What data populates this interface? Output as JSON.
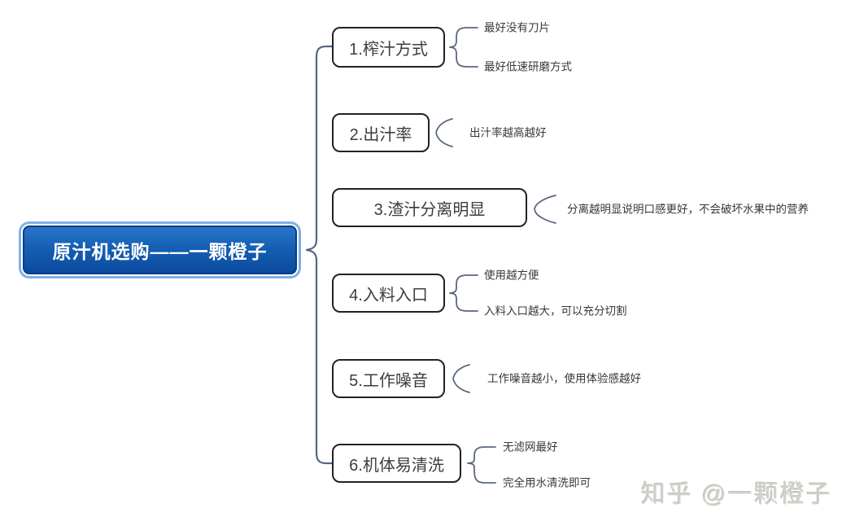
{
  "root": {
    "label": "原汁机选购——一颗橙子"
  },
  "branches": [
    {
      "label": "1.榨汁方式",
      "children": [
        "最好没有刀片",
        "最好低速研磨方式"
      ]
    },
    {
      "label": "2.出汁率",
      "children": [
        "出汁率越高越好"
      ]
    },
    {
      "label": "3.渣汁分离明显",
      "children": [
        "分离越明显说明口感更好，不会破坏水果中的营养"
      ]
    },
    {
      "label": "4.入料入口",
      "children": [
        "使用越方便",
        "入料入口越大，可以充分切割"
      ]
    },
    {
      "label": "5.工作噪音",
      "children": [
        "工作噪音越小，使用体验感越好"
      ]
    },
    {
      "label": "6.机体易清洗",
      "children": [
        "无滤网最好",
        "完全用水清洗即可"
      ]
    }
  ],
  "watermark": "知乎 @一颗橙子",
  "colors": {
    "root_fill_top": "#2a74ca",
    "root_fill_bottom": "#0c4a9d",
    "root_border": "#093c88",
    "root_halo": "#7fb0e4",
    "root_text": "#ffffff",
    "topic_border": "#222222",
    "topic_text": "#3d3d3d",
    "child_text": "#383838",
    "main_connector": "#566488",
    "branch_connector": "#5a6780",
    "watermark_text": "#d2d2cc"
  }
}
